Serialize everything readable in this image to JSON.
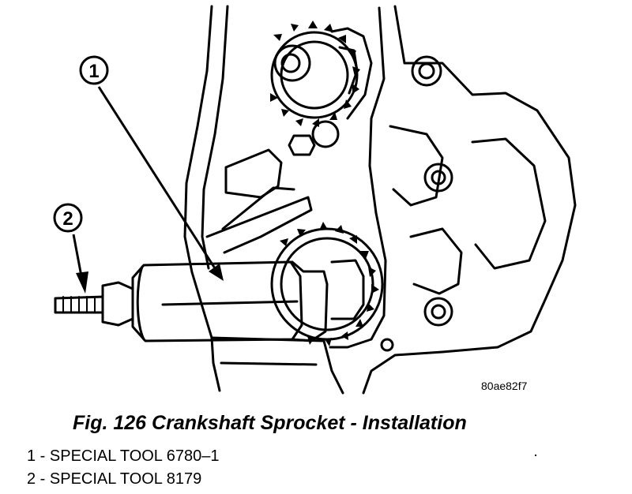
{
  "figure": {
    "id_code": "80ae82f7",
    "caption": "Fig. 126 Crankshaft Sprocket - Installation",
    "callouts": [
      {
        "number": "1",
        "description": "SPECIAL TOOL 6780–1"
      },
      {
        "number": "2",
        "description": "SPECIAL TOOL 8179"
      }
    ],
    "legend": [
      "1 - SPECIAL TOOL 6780–1",
      "2 - SPECIAL TOOL 8179"
    ]
  }
}
